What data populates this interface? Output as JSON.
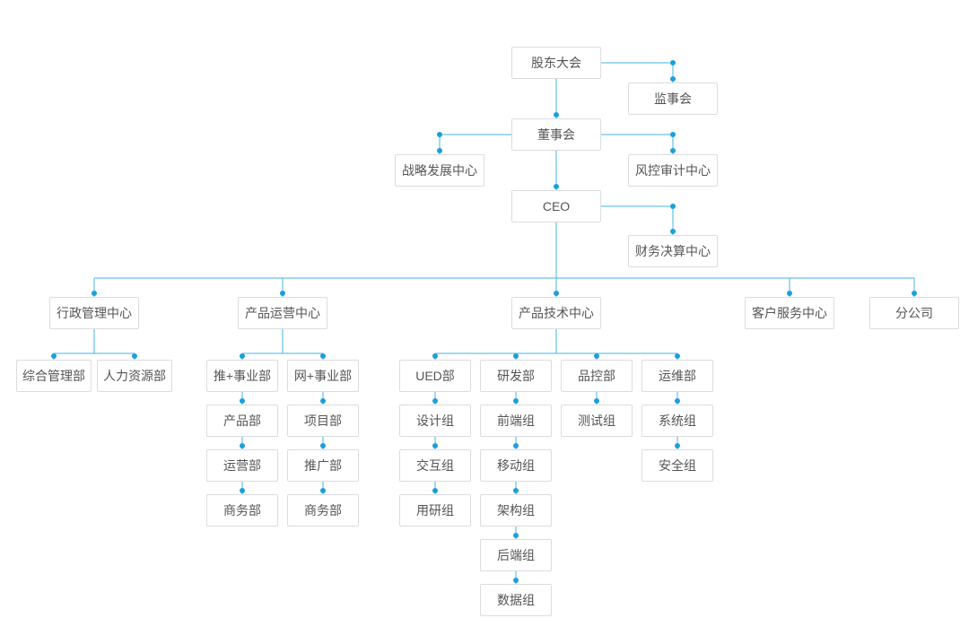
{
  "org": {
    "shareholders": "股东大会",
    "supervisory": "监事会",
    "board": "董事会",
    "strategy": "战略发展中心",
    "risk_audit": "风控审计中心",
    "ceo": "CEO",
    "finance": "财务决算中心",
    "admin_center": "行政管理中心",
    "product_ops_center": "产品运营中心",
    "product_tech_center": "产品技术中心",
    "customer_service_center": "客户服务中心",
    "branch_company": "分公司",
    "general_mgmt_dept": "综合管理部",
    "hr_dept": "人力资源部",
    "tui_business_unit": "推+事业部",
    "wang_business_unit": "网+事业部",
    "product_dept": "产品部",
    "operations_dept": "运营部",
    "business_dept_tui": "商务部",
    "project_dept": "项目部",
    "promotion_dept": "推广部",
    "business_dept_wang": "商务部",
    "ued_dept": "UED部",
    "rd_dept": "研发部",
    "qc_dept": "品控部",
    "om_dept": "运维部",
    "design_group": "设计组",
    "interaction_group": "交互组",
    "user_research_group": "用研组",
    "frontend_group": "前端组",
    "mobile_group": "移动组",
    "architecture_group": "架构组",
    "backend_group": "后端组",
    "data_group": "数据组",
    "testing_group": "测试组",
    "system_group": "系统组",
    "security_group": "安全组"
  },
  "hierarchy": {
    "id": "shareholders",
    "children": [
      {
        "id": "supervisory"
      },
      {
        "id": "board",
        "children": [
          {
            "id": "strategy"
          },
          {
            "id": "risk_audit"
          },
          {
            "id": "ceo",
            "children": [
              {
                "id": "finance"
              },
              {
                "id": "admin_center",
                "children": [
                  {
                    "id": "general_mgmt_dept"
                  },
                  {
                    "id": "hr_dept"
                  }
                ]
              },
              {
                "id": "product_ops_center",
                "children": [
                  {
                    "id": "tui_business_unit",
                    "children": [
                      {
                        "id": "product_dept"
                      },
                      {
                        "id": "operations_dept"
                      },
                      {
                        "id": "business_dept_tui"
                      }
                    ]
                  },
                  {
                    "id": "wang_business_unit",
                    "children": [
                      {
                        "id": "project_dept"
                      },
                      {
                        "id": "promotion_dept"
                      },
                      {
                        "id": "business_dept_wang"
                      }
                    ]
                  }
                ]
              },
              {
                "id": "product_tech_center",
                "children": [
                  {
                    "id": "ued_dept",
                    "children": [
                      {
                        "id": "design_group"
                      },
                      {
                        "id": "interaction_group"
                      },
                      {
                        "id": "user_research_group"
                      }
                    ]
                  },
                  {
                    "id": "rd_dept",
                    "children": [
                      {
                        "id": "frontend_group"
                      },
                      {
                        "id": "mobile_group"
                      },
                      {
                        "id": "architecture_group"
                      },
                      {
                        "id": "backend_group"
                      },
                      {
                        "id": "data_group"
                      }
                    ]
                  },
                  {
                    "id": "qc_dept",
                    "children": [
                      {
                        "id": "testing_group"
                      }
                    ]
                  },
                  {
                    "id": "om_dept",
                    "children": [
                      {
                        "id": "system_group"
                      },
                      {
                        "id": "security_group"
                      }
                    ]
                  }
                ]
              },
              {
                "id": "customer_service_center"
              },
              {
                "id": "branch_company"
              }
            ]
          }
        ]
      }
    ]
  },
  "style": {
    "line_color": "#44b3e4",
    "dot_color": "#1d9fd8",
    "box_border_color": "#dcdcdc",
    "text_color": "#555555"
  }
}
